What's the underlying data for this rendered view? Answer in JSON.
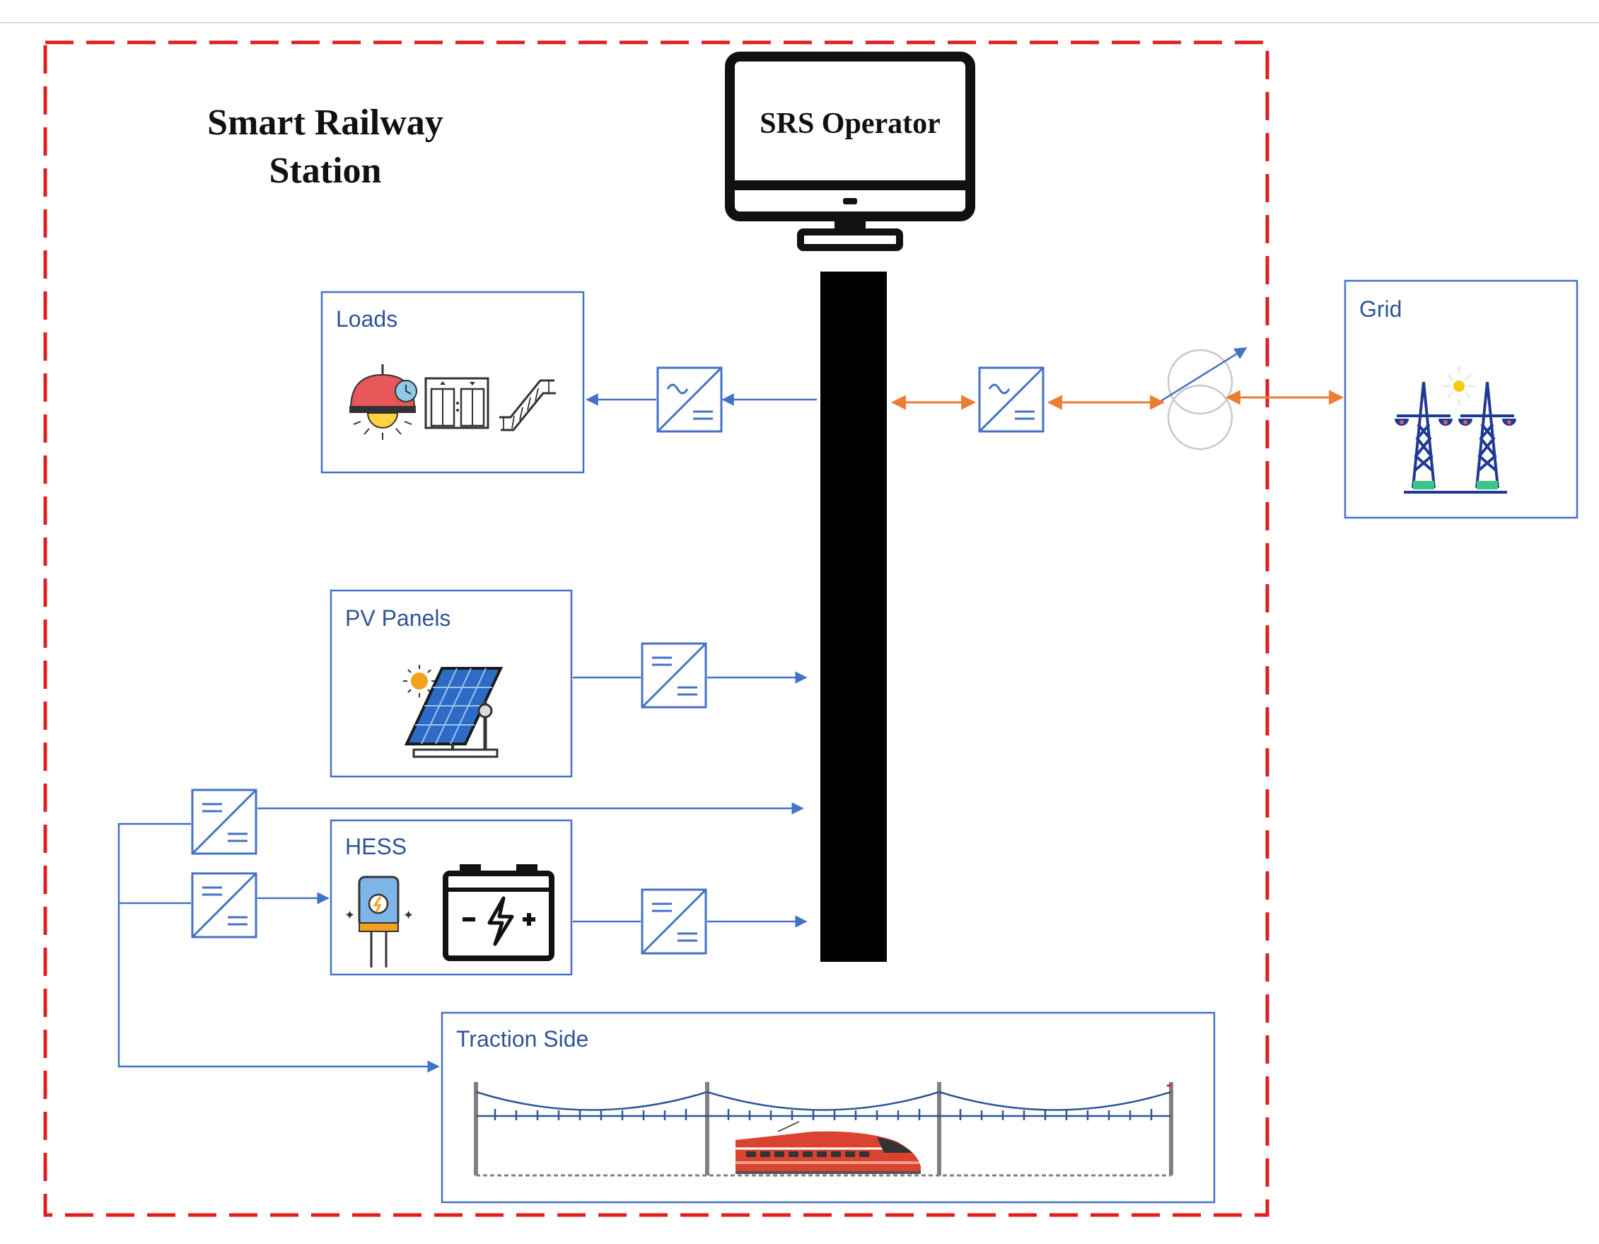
{
  "title": {
    "line1": "Smart Railway",
    "line2": "Station"
  },
  "operator": {
    "label": "SRS Operator",
    "icon": "monitor-icon"
  },
  "components": {
    "loads": {
      "label": "Loads",
      "icons": [
        "ceiling-lamp-icon",
        "elevator-icon",
        "escalator-icon"
      ]
    },
    "pv": {
      "label": "PV Panels",
      "icons": [
        "solar-panel-icon"
      ]
    },
    "hess": {
      "label": "HESS",
      "icons": [
        "supercapacitor-icon",
        "battery-icon"
      ]
    },
    "traction": {
      "label": "Traction Side",
      "icons": [
        "catenary-icon",
        "train-icon"
      ]
    },
    "grid": {
      "label": "Grid",
      "icons": [
        "transmission-tower-icon"
      ]
    }
  },
  "converters": {
    "loads": "dc-ac",
    "grid": "dc-ac",
    "pv": "dc-dc",
    "hess_supercap": "dc-dc",
    "hess_battery": "dc-dc",
    "traction": "dc-dc"
  },
  "colors": {
    "station_border": "#E02020",
    "box_border": "#4472C4",
    "box_label": "#2F5597",
    "dc_link": "#4472C4",
    "ac_link": "#ED7D31",
    "bus": "#000000"
  }
}
